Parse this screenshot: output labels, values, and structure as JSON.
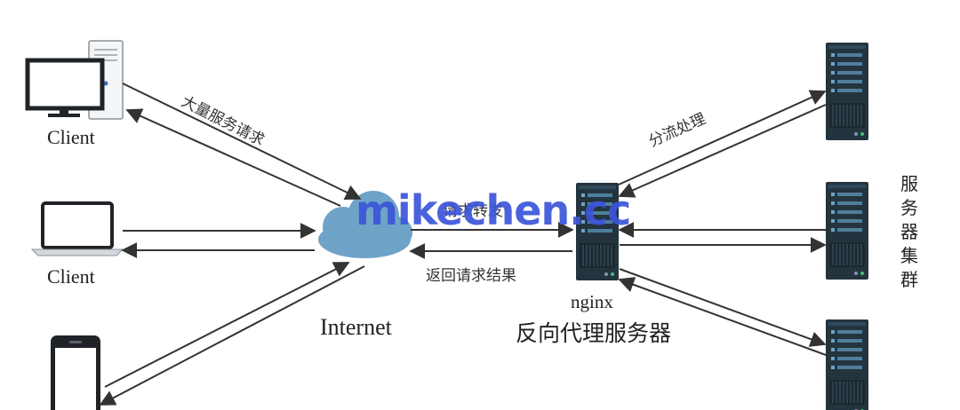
{
  "clients": [
    {
      "label": "Client",
      "device": "desktop-computer-icon"
    },
    {
      "label": "Client",
      "device": "laptop-icon"
    },
    {
      "device": "smartphone-icon"
    }
  ],
  "internet": {
    "label": "Internet",
    "icon": "cloud-icon"
  },
  "proxy": {
    "name": "nginx",
    "title": "反向代理服务器",
    "icon": "server-icon"
  },
  "server_cluster": {
    "label": "服务器集群",
    "chars": [
      "服",
      "务",
      "器",
      "集",
      "群"
    ],
    "count": 3
  },
  "edges": {
    "mass_requests": "大量服务请求",
    "forward_request": "请求转发",
    "return_result": "返回请求结果",
    "distribute": "分流处理"
  },
  "watermark": "mikechen.cc",
  "colors": {
    "arrow": "#333333",
    "server_body": "#24343f",
    "server_stripe": "#4e7f9c",
    "cloud": "#6fa3c8",
    "watermark": "#3b55d9"
  }
}
